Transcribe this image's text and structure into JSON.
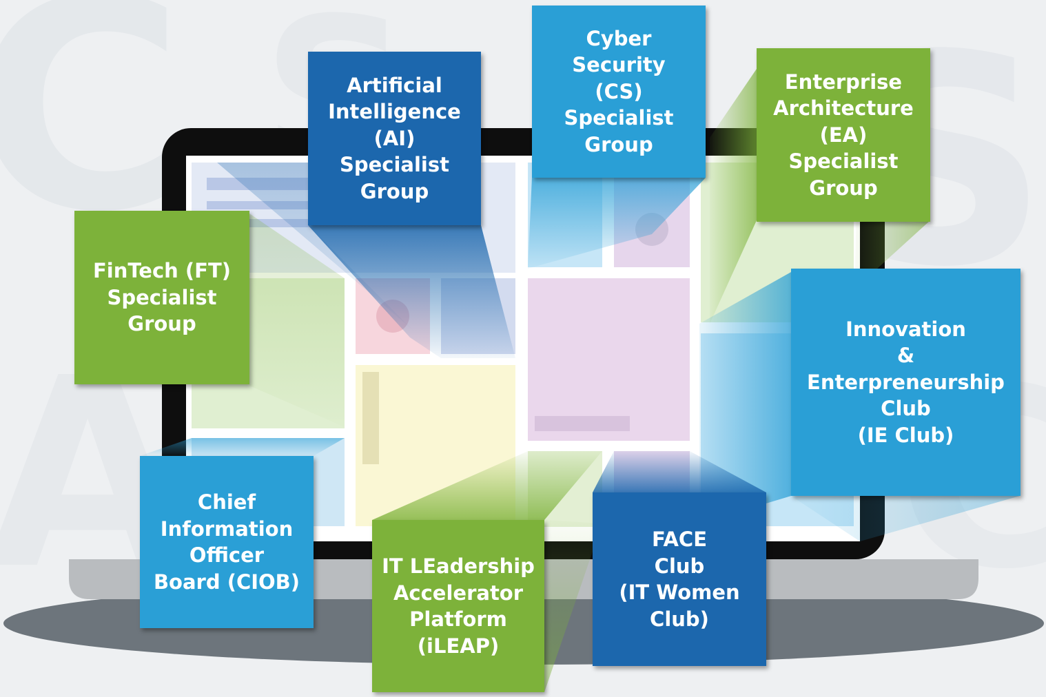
{
  "colors": {
    "light_blue": "#2a9fd6",
    "dark_blue": "#1c67ad",
    "green": "#7db23a",
    "laptop_frame": "#0e0e0e",
    "laptop_base": "#b9bcbf",
    "shadow": "#6d757c"
  },
  "nodes": {
    "ai": {
      "label": "Artificial\nIntelligence\n(AI)\nSpecialist\nGroup"
    },
    "cs": {
      "label": "Cyber\nSecurity\n(CS)\nSpecialist\nGroup"
    },
    "ea": {
      "label": "Enterprise\nArchitecture\n(EA)\nSpecialist\nGroup"
    },
    "ft": {
      "label": "FinTech (FT)\nSpecialist\nGroup"
    },
    "ie": {
      "label": "Innovation\n&\nEnterpreneurship\nClub\n(IE Club)"
    },
    "ciob": {
      "label": "Chief\nInformation\nOfficer\nBoard (CIOB)"
    },
    "ileap": {
      "label": "IT LEadership\nAccelerator\nPlatform\n(iLEAP)"
    },
    "face": {
      "label": "FACE\nClub\n(IT Women\nClub)"
    }
  }
}
